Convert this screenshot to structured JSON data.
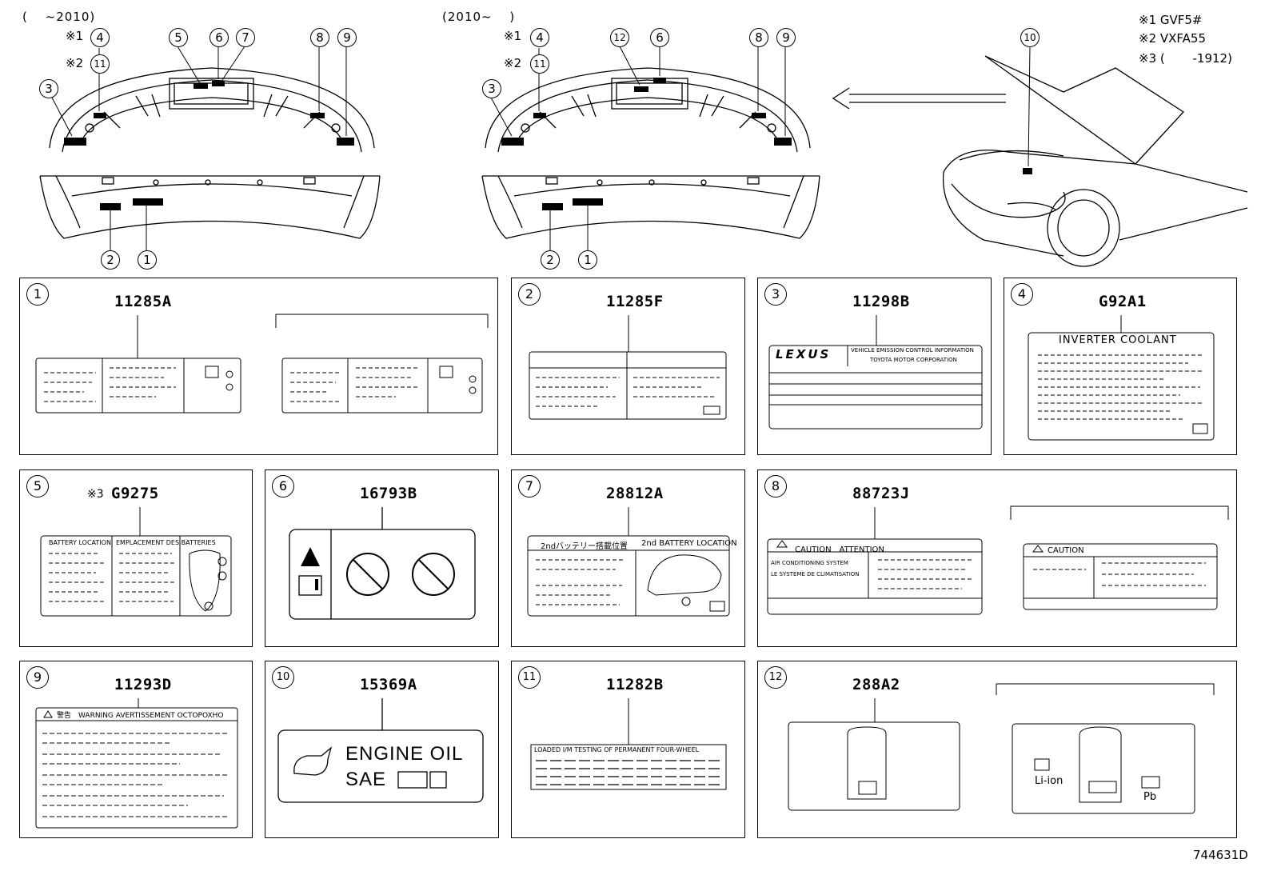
{
  "header": {
    "period_left": "(　 ~2010)",
    "period_center": "(2010~　 )",
    "notes": [
      "※1 GVF5#",
      "※2 VXFA55",
      "※3 (　　 -1912)"
    ],
    "marks": [
      "※1",
      "※2"
    ]
  },
  "callouts": [
    "1",
    "2",
    "3",
    "4",
    "5",
    "6",
    "7",
    "8",
    "9",
    "10",
    "11",
    "12"
  ],
  "panels": [
    {
      "num": "1",
      "code": "11285A"
    },
    {
      "num": "2",
      "code": "11285F"
    },
    {
      "num": "3",
      "code": "11298B"
    },
    {
      "num": "4",
      "code": "G92A1"
    },
    {
      "num": "5",
      "code": "G9275",
      "prefix": "※3"
    },
    {
      "num": "6",
      "code": "16793B"
    },
    {
      "num": "7",
      "code": "28812A"
    },
    {
      "num": "8",
      "code": "88723J"
    },
    {
      "num": "9",
      "code": "11293D"
    },
    {
      "num": "10",
      "code": "15369A"
    },
    {
      "num": "11",
      "code": "11282B"
    },
    {
      "num": "12",
      "code": "288A2"
    }
  ],
  "label_text": {
    "lexus": "LEXUS",
    "emission": "VEHICLE EMISSION CONTROL INFORMATION",
    "emission_sub": "TOYOTA MOTOR CORPORATION",
    "inverter": "INVERTER COOLANT",
    "battery_location": "BATTERY LOCATION",
    "emplacement": "EMPLACEMENT DES BATTERIES",
    "battery2_jp": "2ndバッテリー搭載位置",
    "battery2_en": "2nd BATTERY LOCATION",
    "caution_attention": "CAUTION　ATTENTION",
    "ac_system": "AIR CONDITIONING SYSTEM",
    "le_systeme": "LE SYSTEME DE CLIMATISATION",
    "caution": "CAUTION",
    "warning": "警告　WARNING AVERTISSEMENT OCTOPOXHO",
    "engine_oil": "ENGINE  OIL",
    "sae": "SAE",
    "loaded": "LOADED I/M TESTING OF PERMANENT FOUR-WHEEL",
    "li_ion": "Li-ion",
    "pb": "Pb"
  },
  "doc_number": "744631D"
}
